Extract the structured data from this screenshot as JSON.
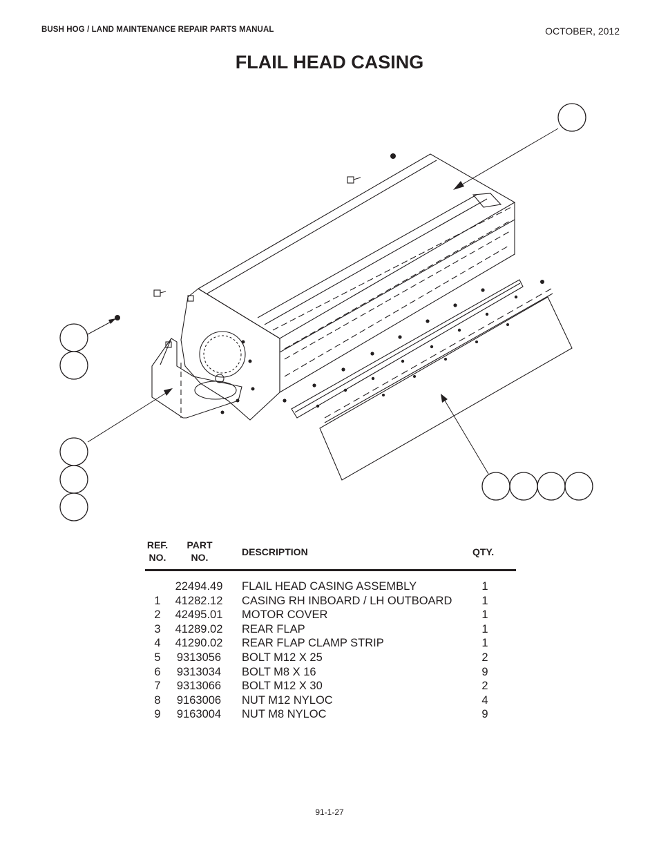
{
  "header": {
    "manual_title": "BUSH HOG / LAND MAINTENANCE REPAIR PARTS MANUAL",
    "date": "OCTOBER, 2012"
  },
  "page_title": "FLAIL HEAD CASING",
  "table": {
    "columns": {
      "ref_line1": "REF.",
      "ref_line2": "NO.",
      "part_line1": "PART",
      "part_line2": "NO.",
      "description": "DESCRIPTION",
      "qty": "QTY."
    },
    "rows": [
      {
        "ref": "",
        "part": "22494.49",
        "description": "FLAIL HEAD CASING ASSEMBLY",
        "qty": "1"
      },
      {
        "ref": "1",
        "part": "41282.12",
        "description": "CASING RH INBOARD / LH OUTBOARD",
        "qty": "1"
      },
      {
        "ref": "2",
        "part": "42495.01",
        "description": "MOTOR COVER",
        "qty": "1"
      },
      {
        "ref": "3",
        "part": "41289.02",
        "description": "REAR FLAP",
        "qty": "1"
      },
      {
        "ref": "4",
        "part": "41290.02",
        "description": "REAR FLAP CLAMP STRIP",
        "qty": "1"
      },
      {
        "ref": "5",
        "part": "9313056",
        "description": "BOLT M12 X 25",
        "qty": "2"
      },
      {
        "ref": "6",
        "part": "9313034",
        "description": "BOLT M8 X 16",
        "qty": "9"
      },
      {
        "ref": "7",
        "part": "9313066",
        "description": "BOLT M12 X 30",
        "qty": "2"
      },
      {
        "ref": "8",
        "part": "9163006",
        "description": "NUT M12 NYLOC",
        "qty": "4"
      },
      {
        "ref": "9",
        "part": "9163004",
        "description": "NUT M8 NYLOC",
        "qty": "9"
      }
    ]
  },
  "footer": {
    "page_number": "91-1-27"
  }
}
